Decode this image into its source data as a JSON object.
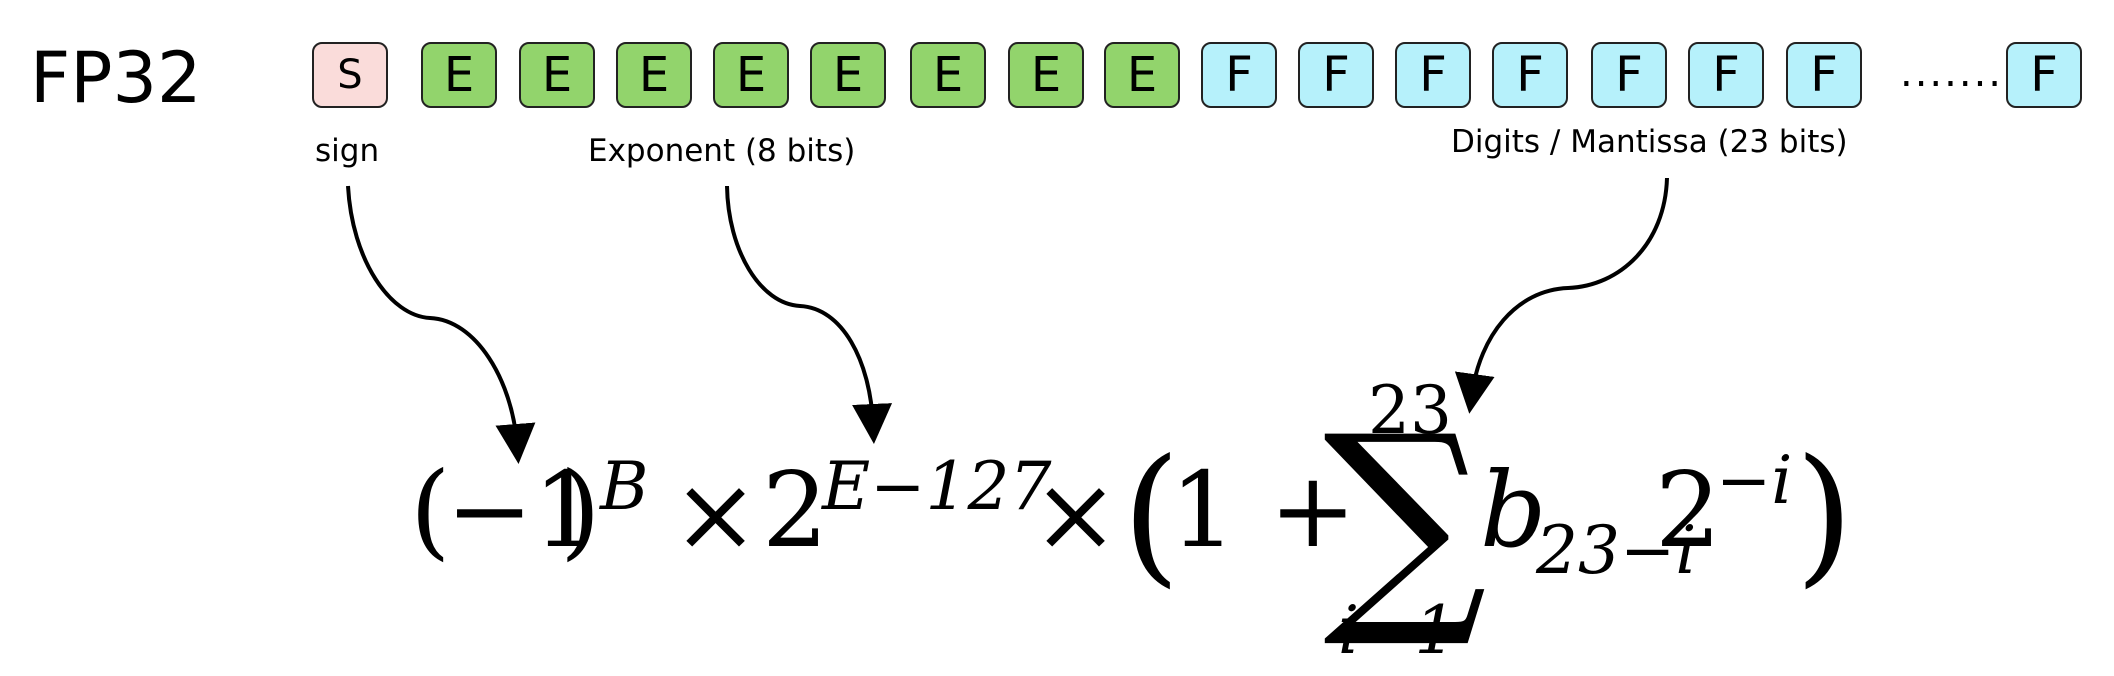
{
  "title": "FP32",
  "bits": {
    "sign": "S",
    "exponent": [
      "E",
      "E",
      "E",
      "E",
      "E",
      "E",
      "E",
      "E"
    ],
    "fraction": [
      "F",
      "F",
      "F",
      "F",
      "F",
      "F",
      "F"
    ],
    "ellipsis": ".......",
    "last": "F"
  },
  "labels": {
    "sign": "sign",
    "exponent": "Exponent (8 bits)",
    "mantissa": "Digits / Mantissa (23 bits)"
  },
  "formula": {
    "lparen": "(",
    "neg_one": "−1",
    "rparen": ")",
    "sign_power": "B",
    "times1": "×",
    "two": "2",
    "exp_power": "E−127",
    "times2": "×",
    "big_lparen": "(",
    "one_plus": "1 +",
    "sigma": "∑",
    "upper_limit": "23",
    "lower_limit": "i=1",
    "b": "b",
    "b_sub": "23−i",
    "two_base": "2",
    "two_power": "−i",
    "big_rparen": ")"
  },
  "colors": {
    "sign": "#fadcda",
    "exponent": "#92d46c",
    "fraction": "#b6f1fb"
  }
}
